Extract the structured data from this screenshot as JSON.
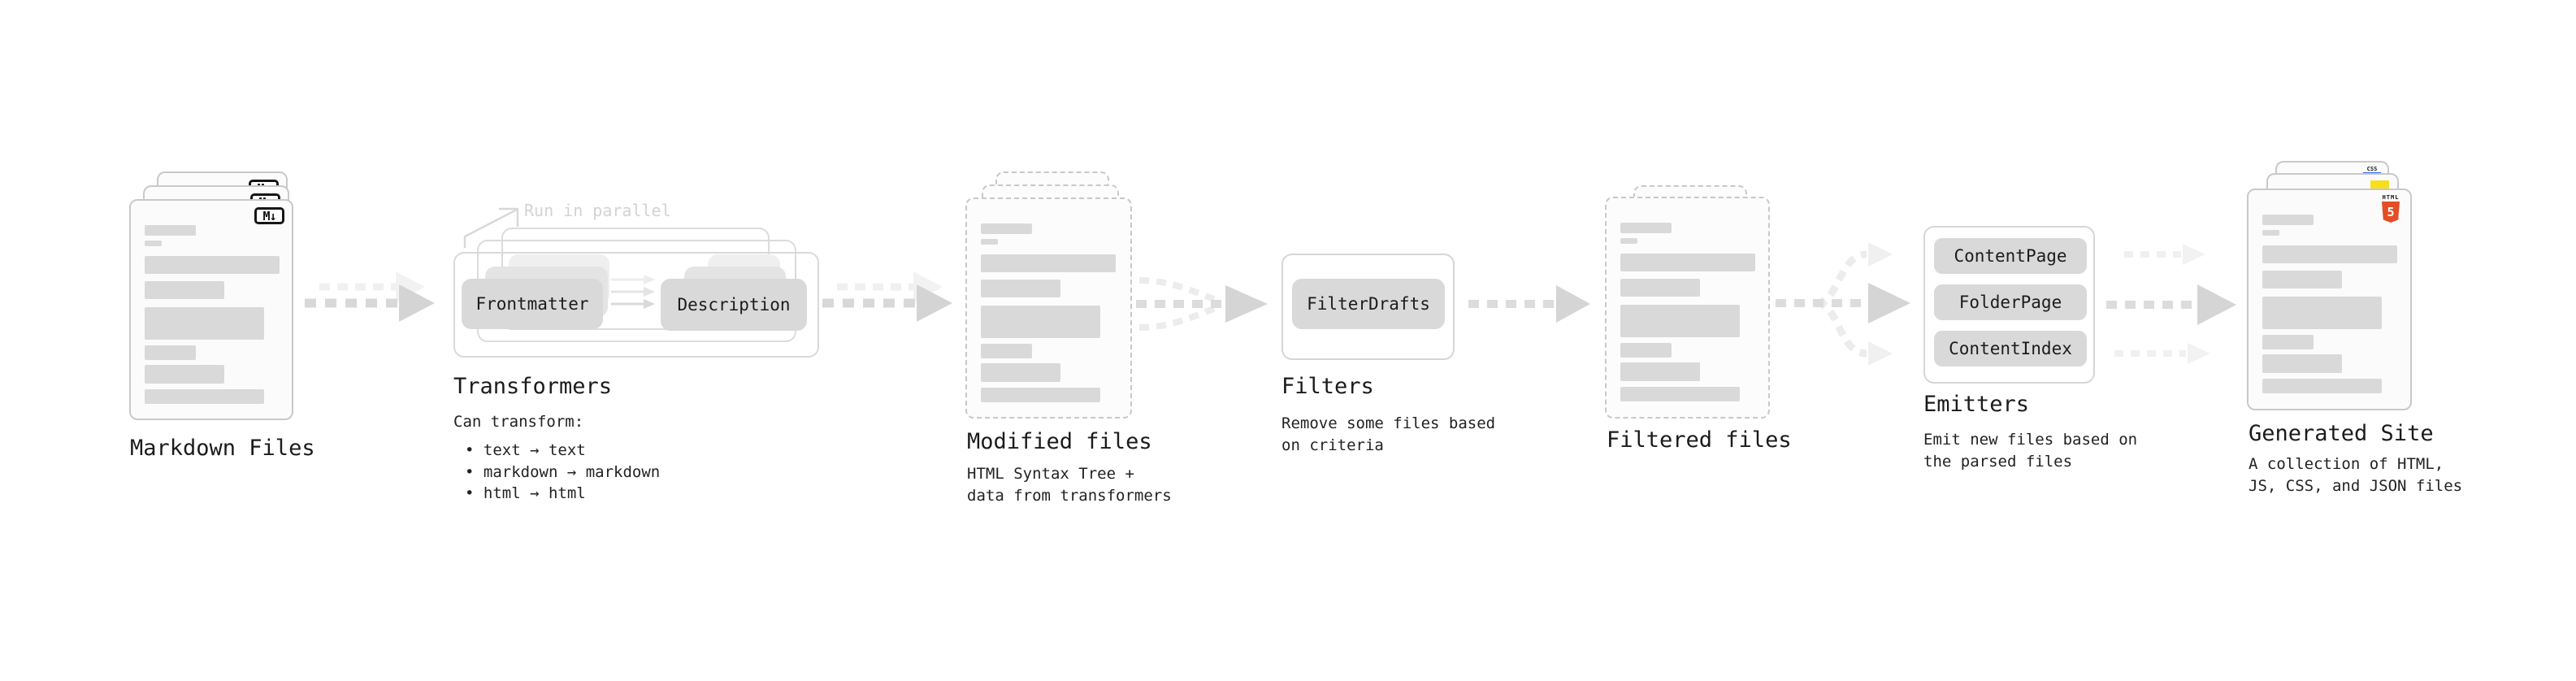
{
  "stages": {
    "markdown": {
      "title": "Markdown Files"
    },
    "transformers": {
      "title": "Transformers",
      "annotation": "Run in parallel",
      "chips": [
        "Frontmatter",
        "Description"
      ],
      "subtitle": "Can transform:",
      "bullets": [
        "• text → text",
        "• markdown → markdown",
        "• html → html"
      ]
    },
    "modified": {
      "title": "Modified files",
      "desc": [
        "HTML Syntax Tree +",
        "data from transformers"
      ]
    },
    "filters": {
      "title": "Filters",
      "chip": "FilterDrafts",
      "desc": [
        "Remove some files based",
        "on criteria"
      ]
    },
    "filtered": {
      "title": "Filtered files"
    },
    "emitters": {
      "title": "Emitters",
      "chips": [
        "ContentPage",
        "FolderPage",
        "ContentIndex"
      ],
      "desc": [
        "Emit new files based on",
        "the parsed files"
      ]
    },
    "generated": {
      "title": "Generated Site",
      "desc": [
        "A collection of HTML,",
        "JS, CSS, and JSON files"
      ]
    }
  },
  "icons": {
    "markdown_badge": "M↓",
    "html5_wordmark": "HTML",
    "html5_number": "5",
    "css_badge": "CSS"
  },
  "colors": {
    "html5_orange": "#e44d26",
    "js_yellow": "#f7df1e",
    "css_blue": "#2965f1"
  }
}
